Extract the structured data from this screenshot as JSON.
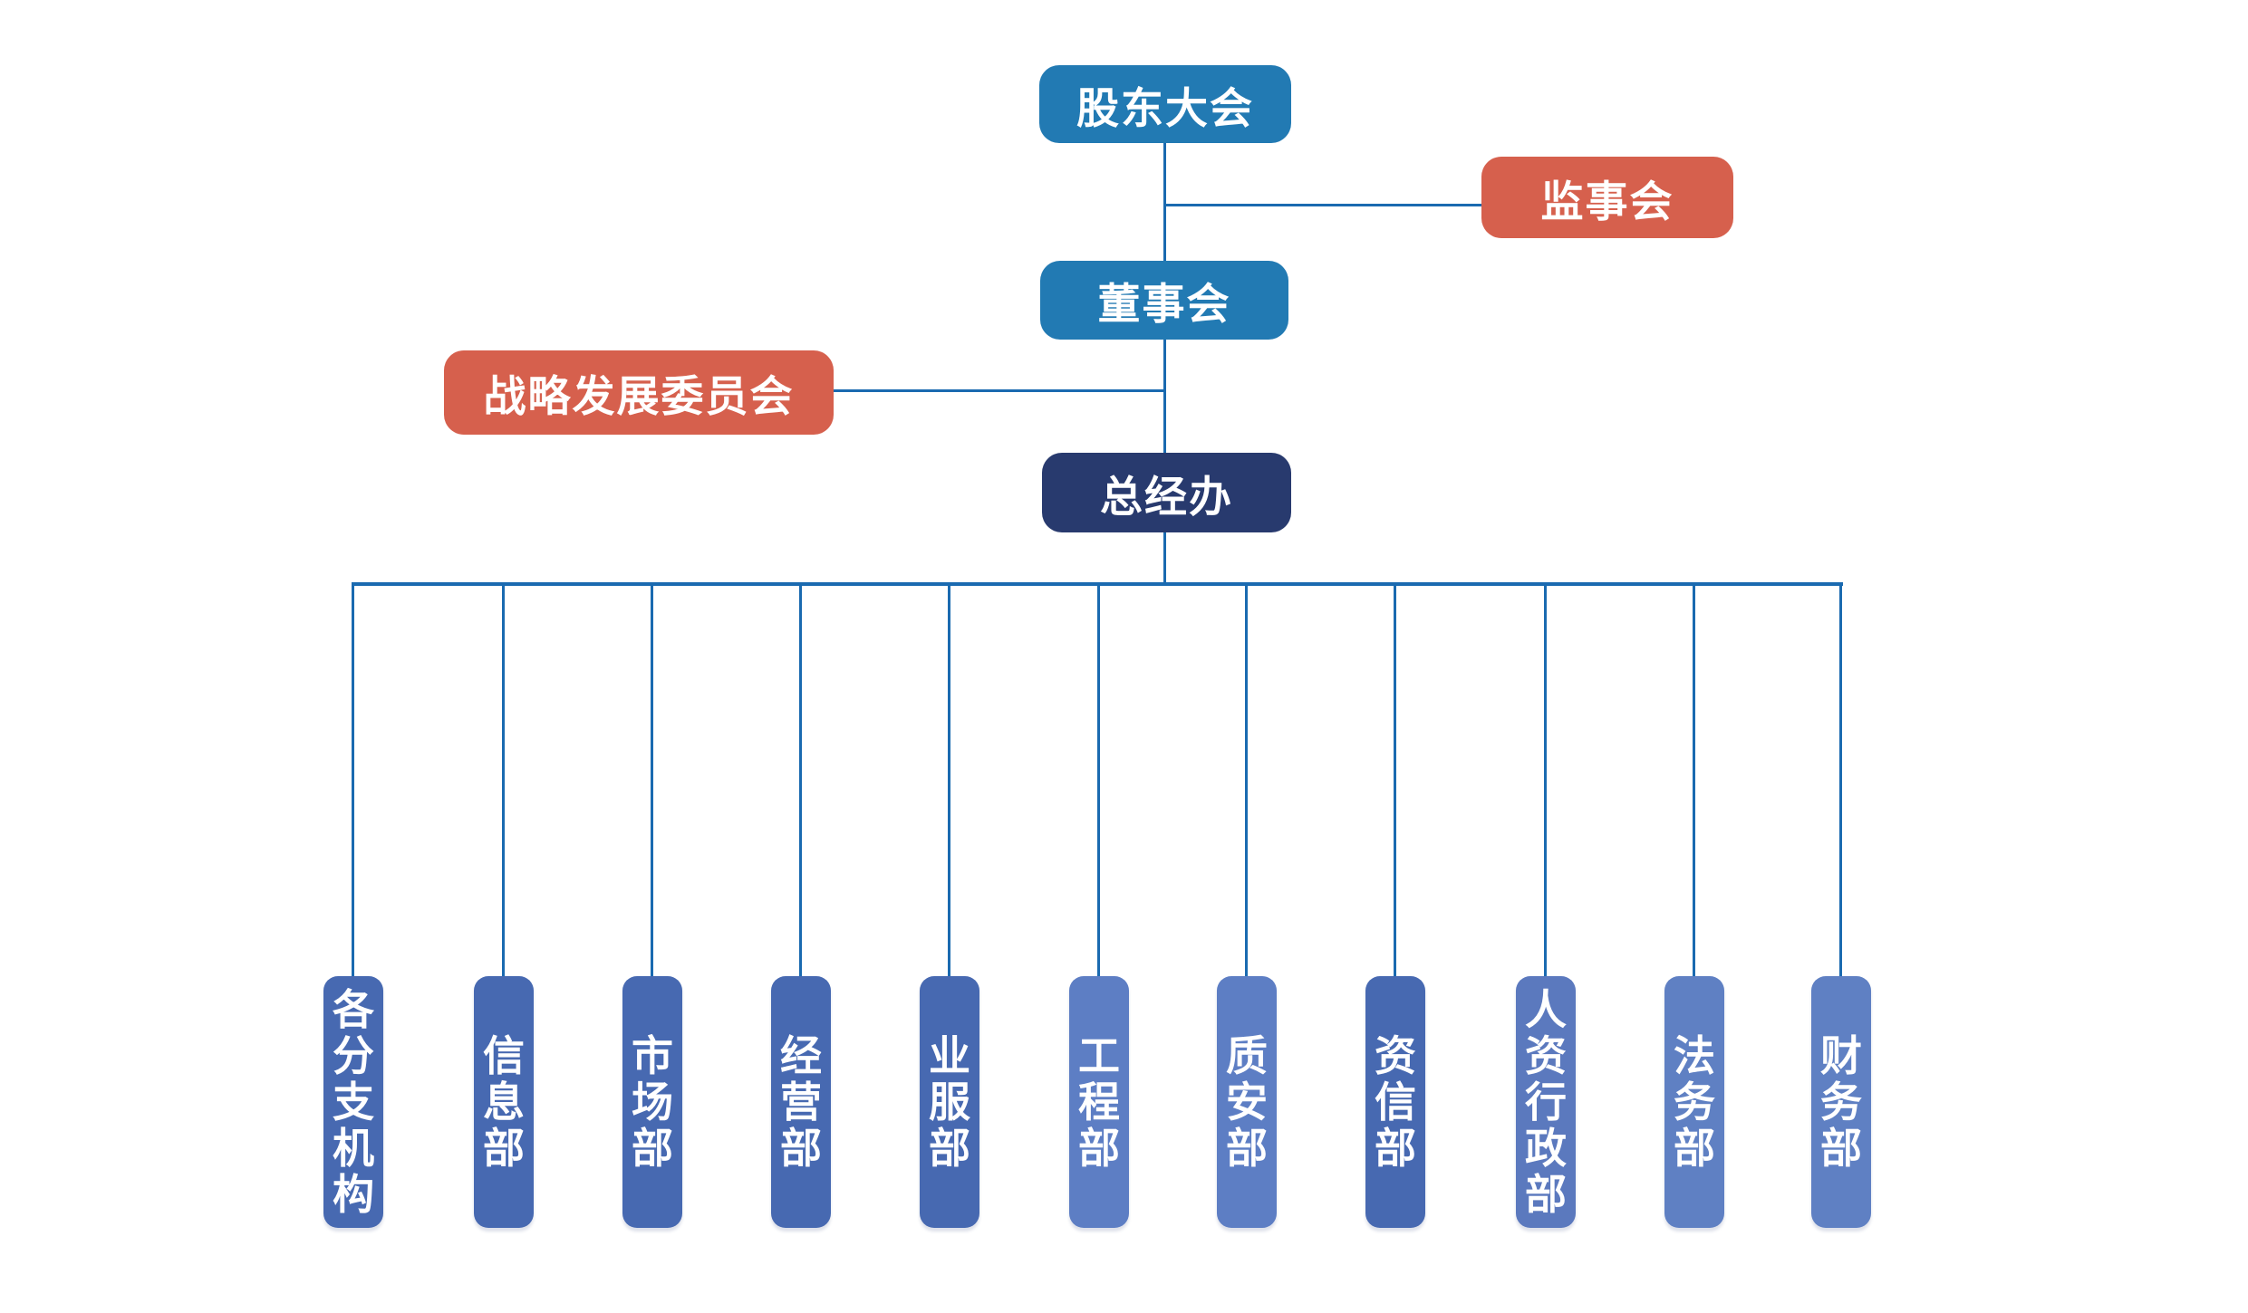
{
  "org_chart": {
    "type": "org-hierarchy",
    "line_color": "#1a6ab0",
    "text_color": "#ffffff",
    "palette": {
      "blue": "#227ab3",
      "red": "#d6604d",
      "navy": "#283a6e",
      "dept_dark": "#4769b1",
      "dept_light": "#5d7ec4"
    },
    "nodes": {
      "shareholders_meeting": {
        "label": "股东大会",
        "color": "#227ab3"
      },
      "supervisory_board": {
        "label": "监事会",
        "color": "#d6604d"
      },
      "board_of_directors": {
        "label": "董事会",
        "color": "#227ab3"
      },
      "strategy_committee": {
        "label": "战略发展委员会",
        "color": "#d6604d"
      },
      "gm_office": {
        "label": "总经办",
        "color": "#283a6e"
      }
    },
    "edges": [
      "shareholders_meeting -> supervisory_board",
      "shareholders_meeting -> board_of_directors",
      "board_of_directors -> strategy_committee",
      "board_of_directors -> gm_office",
      "gm_office -> all departments"
    ],
    "departments": [
      {
        "label": "各分支机构",
        "color": "#4769b1"
      },
      {
        "label": "信息部",
        "color": "#4769b1"
      },
      {
        "label": "市场部",
        "color": "#4769b1"
      },
      {
        "label": "经营部",
        "color": "#4769b1"
      },
      {
        "label": "业服部",
        "color": "#4769b1"
      },
      {
        "label": "工程部",
        "color": "#5d7ec4"
      },
      {
        "label": "质安部",
        "color": "#5d7ec4"
      },
      {
        "label": "资信部",
        "color": "#4769b1"
      },
      {
        "label": "人资行政部",
        "color": "#5b79be"
      },
      {
        "label": "法务部",
        "color": "#5f80c3"
      },
      {
        "label": "财务部",
        "color": "#5f80c3"
      }
    ]
  }
}
